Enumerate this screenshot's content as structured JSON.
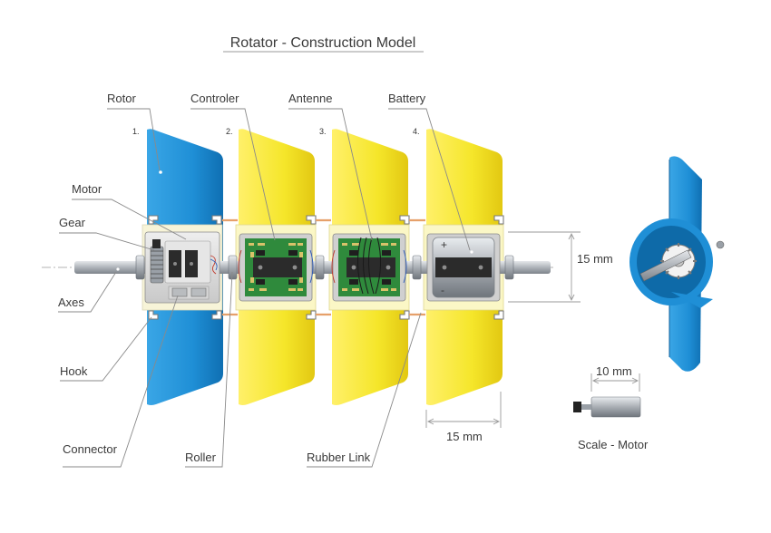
{
  "title": "Rotator - Construction Model",
  "modules": [
    {
      "number": "1."
    },
    {
      "number": "2."
    },
    {
      "number": "3."
    },
    {
      "number": "4."
    }
  ],
  "labels": {
    "rotor": "Rotor",
    "controler": "Controler",
    "antenne": "Antenne",
    "battery": "Battery",
    "motor": "Motor",
    "gear": "Gear",
    "axes": "Axes",
    "hook": "Hook",
    "connector": "Connector",
    "roller": "Roller",
    "rubber_link": "Rubber Link"
  },
  "dimensions": {
    "height": "15 mm",
    "width": "15 mm",
    "motor_length": "10 mm"
  },
  "scale_caption": "Scale - Motor",
  "colors": {
    "rotor_blue": "#1f8fd6",
    "blade_yellow": "#f5e62a",
    "pcb_green": "#2f8a3c",
    "axle_gray": "#b8bcc2"
  }
}
